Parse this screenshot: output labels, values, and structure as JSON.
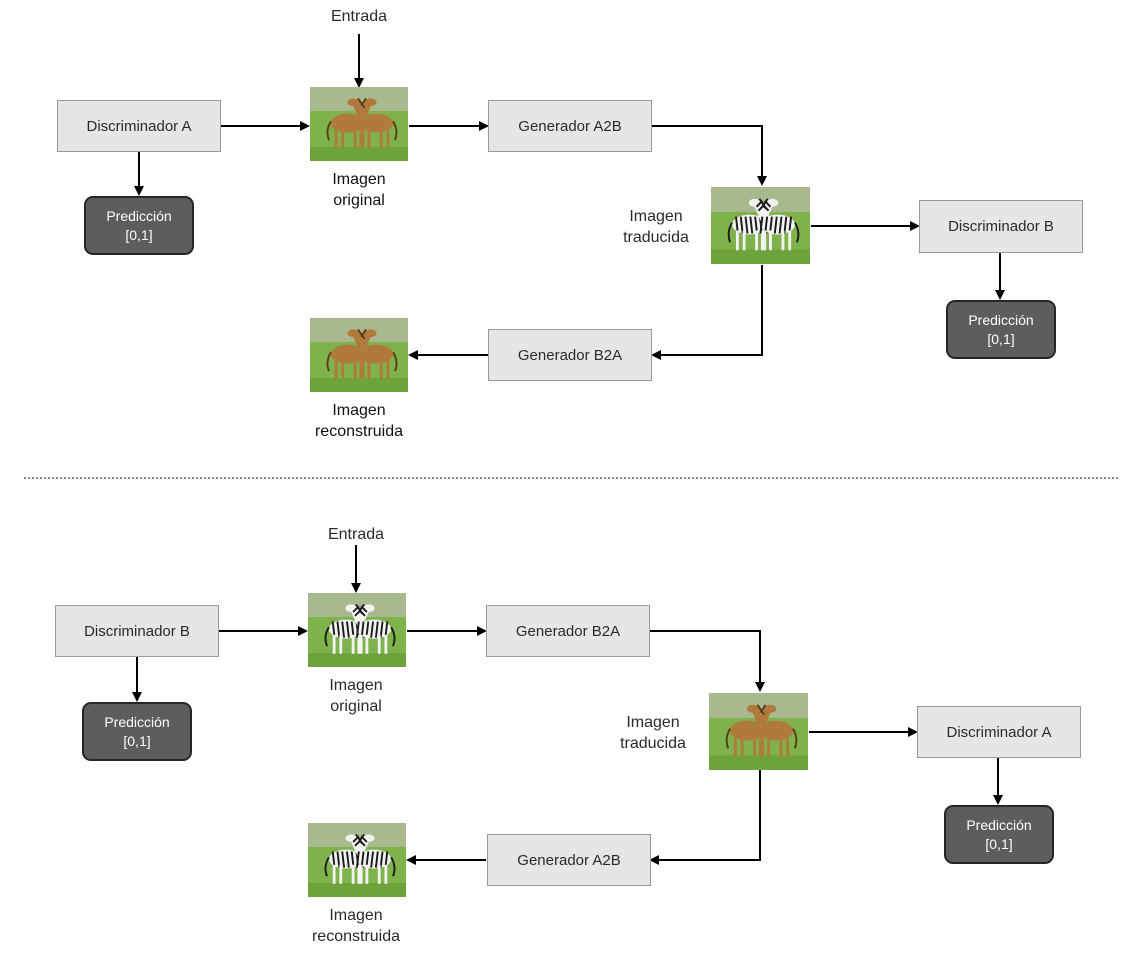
{
  "top": {
    "input_label": "Entrada",
    "discriminator_left": "Discriminador A",
    "generator_forward": "Generador A2B",
    "discriminator_right": "Discriminador B",
    "generator_backward": "Generador B2A",
    "prediction_left": {
      "line1": "Predicción",
      "line2": "[0,1]"
    },
    "prediction_right": {
      "line1": "Predicción",
      "line2": "[0,1]"
    },
    "original": {
      "line1": "Imagen",
      "line2": "original",
      "image": "horses"
    },
    "translated": {
      "line1": "Imagen",
      "line2": "traducida",
      "image": "zebras"
    },
    "reconstructed": {
      "line1": "Imagen",
      "line2": "reconstruida",
      "image": "horses"
    }
  },
  "bottom": {
    "input_label": "Entrada",
    "discriminator_left": "Discriminador B",
    "generator_forward": "Generador B2A",
    "discriminator_right": "Discriminador A",
    "generator_backward": "Generador A2B",
    "prediction_left": {
      "line1": "Predicción",
      "line2": "[0,1]"
    },
    "prediction_right": {
      "line1": "Predicción",
      "line2": "[0,1]"
    },
    "original": {
      "line1": "Imagen",
      "line2": "original",
      "image": "zebras"
    },
    "translated": {
      "line1": "Imagen",
      "line2": "traducida",
      "image": "horses"
    },
    "reconstructed": {
      "line1": "Imagen",
      "line2": "reconstruida",
      "image": "zebras"
    }
  },
  "colors": {
    "box_fill": "#e6e6e6",
    "prediction_fill": "#5d5d5d",
    "arrow": "#000000",
    "divider": "#8a8a8a"
  }
}
